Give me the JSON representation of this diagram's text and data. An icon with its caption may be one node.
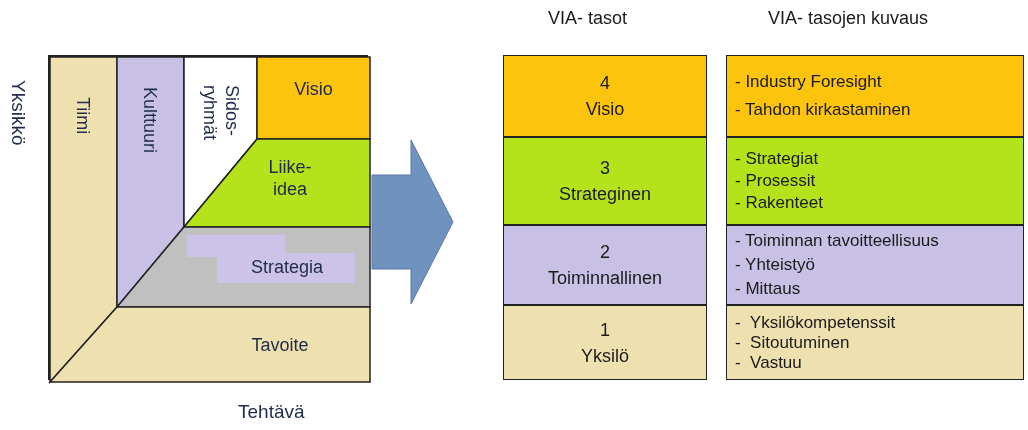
{
  "diagram": {
    "nodes": [
      {
        "text": [],
        "shape": "box"
      },
      {
        "text": [
          "Tiimi"
        ],
        "in": 0
      },
      {
        "text": [
          "Kulttuuri"
        ],
        "in": 0
      },
      {
        "text": [
          "Sidos- ryhmät"
        ],
        "in": 0
      },
      {
        "text": [
          "Visio"
        ],
        "in": 0
      },
      {
        "text": [
          "Liike- idea"
        ],
        "in": 0
      },
      {
        "text": [
          "Strategia"
        ],
        "in": 0
      },
      {
        "text": [
          "Tavoite"
        ],
        "in": 0
      },
      {
        "text": [
          "VIA- tasot"
        ]
      },
      {
        "text": [
          "4",
          "Visio"
        ],
        "in": 8
      },
      {
        "text": [
          "3",
          "Strateginen"
        ],
        "in": 8
      },
      {
        "text": [
          "2",
          "Toiminnallinen"
        ],
        "in": 8
      },
      {
        "text": [
          "1",
          "Yksilö"
        ],
        "in": 8
      },
      {
        "text": [
          "VIA- tasojen kuvaus"
        ]
      },
      {
        "text": [
          "- Industry Foresight",
          "- Tahdon kirkastaminen"
        ],
        "in": 13
      },
      {
        "text": [
          "- Strategiat",
          "- Prosessit",
          "- Rakenteet"
        ],
        "in": 13
      },
      {
        "text": [
          "- Toiminnan tavoitteellisuus",
          "- Yhteistyö",
          "- Mittaus"
        ],
        "in": 13
      },
      {
        "text": [
          "-  Yksilökompetenssit",
          "-  Sitoutuminen",
          "-  Vastuu"
        ],
        "in": 13
      }
    ],
    "edges": [
      {
        "from": 0,
        "to": 8,
        "arrow": "to",
        "style": "thick"
      }
    ],
    "labels": [
      "Yksikkö",
      "Tehtävä"
    ]
  }
}
